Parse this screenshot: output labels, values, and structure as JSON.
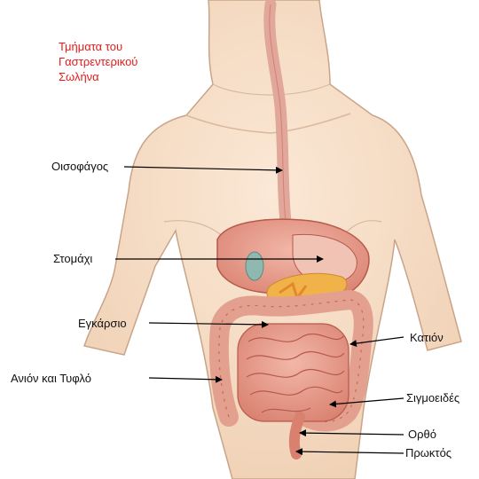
{
  "title": [
    "Τμήματα του",
    "Γαστρεντερικού",
    "Σωλήνα"
  ],
  "labels": {
    "esophagus": "Οισοφάγος",
    "stomach": "Στομάχι",
    "transverse": "Εγκάρσιο",
    "ascending_cecum": "Ανιόν και Τυφλό",
    "descending": "Κατιόν",
    "sigmoid": "Σιγμοειδές",
    "rectum": "Ορθό",
    "anus": "Πρωκτός"
  },
  "colors": {
    "title": "#e31b1b",
    "skin": "#f6dcc3",
    "skin_outline": "#c9a488",
    "organ": "#e89a8a",
    "organ_dark": "#c8685a",
    "pancreas": "#f2b24a",
    "gallbladder": "#8fb8b0",
    "arrow": "#000000"
  }
}
